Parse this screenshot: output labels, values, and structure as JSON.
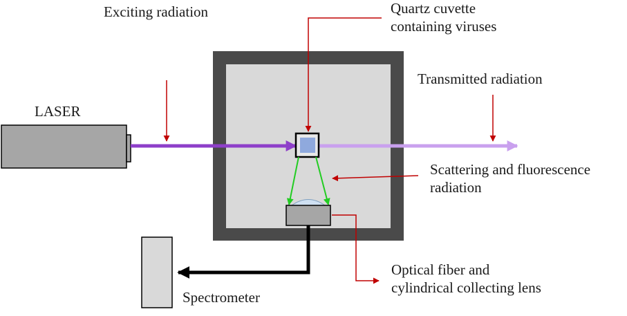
{
  "labels": {
    "exciting_radiation": "Exciting radiation",
    "cuvette_line1": "Quartz cuvette",
    "cuvette_line2": "containing viruses",
    "transmitted_radiation": "Transmitted radiation",
    "laser": "LASER",
    "scattering_line1": "Scattering and fluorescence",
    "scattering_line2": "radiation",
    "optical_line1": "Optical fiber and",
    "optical_line2": "cylindrical collecting lens",
    "spectrometer": "Spectrometer"
  },
  "colors": {
    "annotation_arrow": "#c00000",
    "laser_beam": "#8e3fc9",
    "transmitted_beam": "#c9a0ee",
    "emission_rays": "#22cc22",
    "chamber_frame": "#4a4a4a",
    "chamber_inner": "#d9d9d9",
    "device_fill": "#a6a6a6",
    "cuvette_sample": "#8fa9dd",
    "lens": "#cfe0f2",
    "fiber": "#000000"
  }
}
